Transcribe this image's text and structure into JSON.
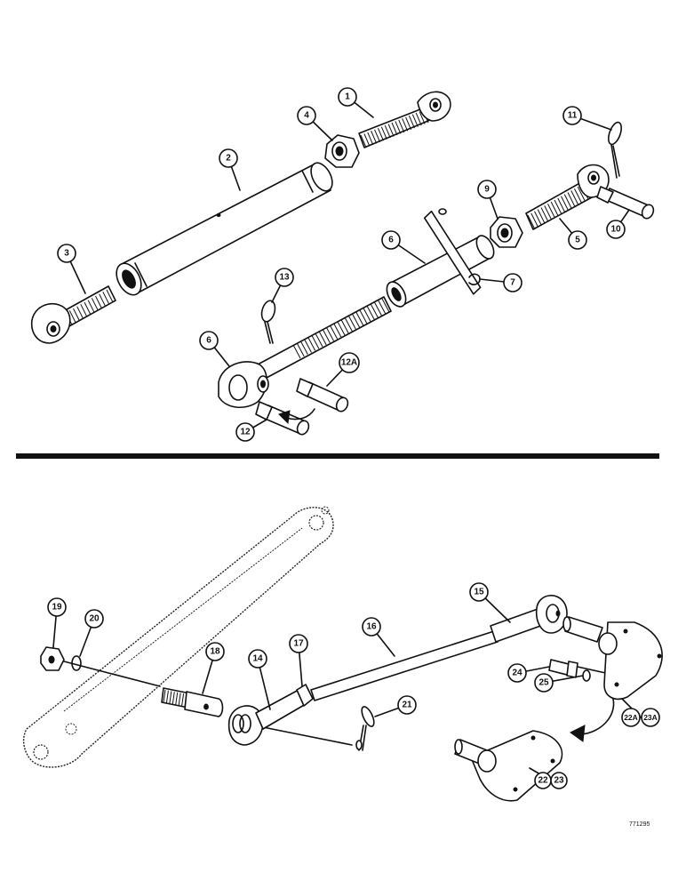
{
  "diagram": {
    "callouts": [
      {
        "id": "c1",
        "label": "1"
      },
      {
        "id": "c2",
        "label": "2"
      },
      {
        "id": "c3",
        "label": "3"
      },
      {
        "id": "c4",
        "label": "4"
      },
      {
        "id": "c5",
        "label": "5"
      },
      {
        "id": "c6a",
        "label": "6"
      },
      {
        "id": "c6b",
        "label": "6"
      },
      {
        "id": "c7",
        "label": "7"
      },
      {
        "id": "c9",
        "label": "9"
      },
      {
        "id": "c10",
        "label": "10"
      },
      {
        "id": "c11",
        "label": "11"
      },
      {
        "id": "c12",
        "label": "12"
      },
      {
        "id": "c12a",
        "label": "12A"
      },
      {
        "id": "c13",
        "label": "13"
      },
      {
        "id": "c14",
        "label": "14"
      },
      {
        "id": "c15",
        "label": "15"
      },
      {
        "id": "c16",
        "label": "16"
      },
      {
        "id": "c17",
        "label": "17"
      },
      {
        "id": "c18",
        "label": "18"
      },
      {
        "id": "c19",
        "label": "19"
      },
      {
        "id": "c20",
        "label": "20"
      },
      {
        "id": "c21",
        "label": "21"
      },
      {
        "id": "c22",
        "label": "22"
      },
      {
        "id": "c23",
        "label": "23"
      },
      {
        "id": "c22a",
        "label": "22A"
      },
      {
        "id": "c23a",
        "label": "23A"
      },
      {
        "id": "c24",
        "label": "24"
      },
      {
        "id": "c25",
        "label": "25"
      }
    ],
    "drawing_code": "771295"
  }
}
